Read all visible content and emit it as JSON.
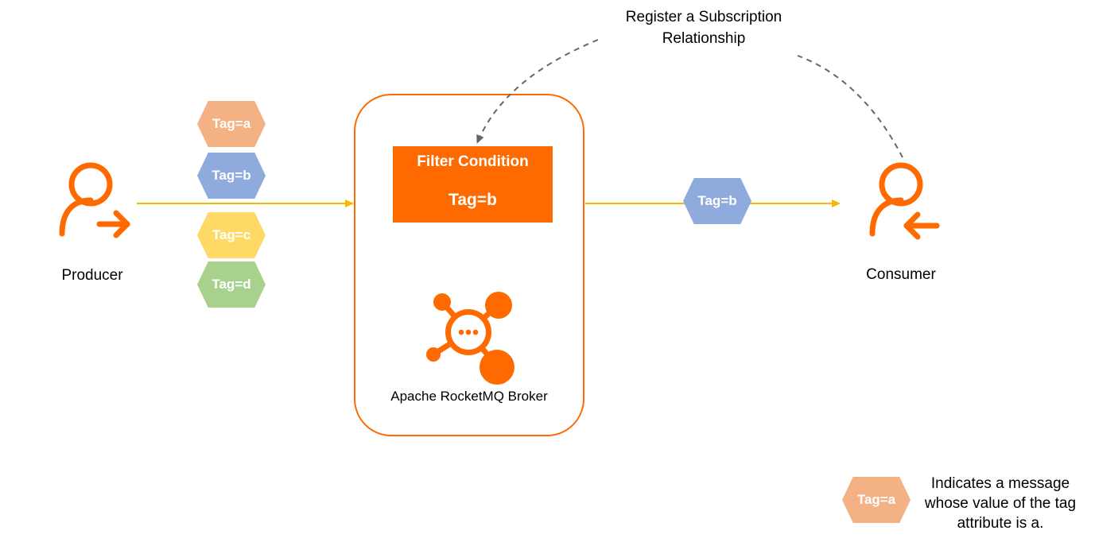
{
  "annotation": {
    "line1": "Register a Subscription",
    "line2": "Relationship"
  },
  "producer": {
    "label": "Producer",
    "icon": "user-send-icon"
  },
  "consumer": {
    "label": "Consumer",
    "icon": "user-receive-icon"
  },
  "input_tags": [
    "Tag=a",
    "Tag=b",
    "Tag=c",
    "Tag=d"
  ],
  "filter": {
    "title": "Filter Condition",
    "value": "Tag=b"
  },
  "broker": {
    "label": "Apache RocketMQ Broker",
    "icon": "rocketmq-logo-icon"
  },
  "output_tag": "Tag=b",
  "legend": {
    "tag": "Tag=a",
    "text": "Indicates a message whose value of the tag attribute is a."
  },
  "colors": {
    "orange": "#ff6a00",
    "flow_arrow": "#f5b800",
    "dashed": "#666666",
    "tag_a": "#f4b183",
    "tag_b": "#8faadc",
    "tag_c": "#ffd966",
    "tag_d": "#a9d18e"
  }
}
